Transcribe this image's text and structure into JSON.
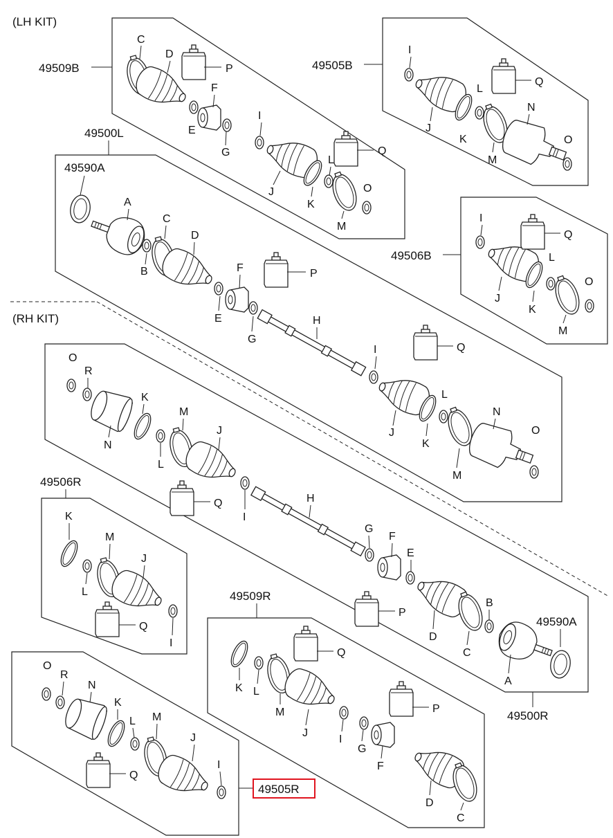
{
  "sections": {
    "lh": "(LH KIT)",
    "rh": "(RH KIT)"
  },
  "part_numbers": {
    "lh_outer_boot_kit": "49509B",
    "lh_inner_boot_kit": "49505B",
    "lh_shaft_assy": "49500L",
    "lh_ring_kit": "49590A",
    "lh_inner_small_kit": "49506B",
    "rh_inner_small_kit": "49506R",
    "rh_outer_boot_kit": "49509R",
    "rh_ring_kit": "49590A",
    "rh_shaft_assy": "49500R",
    "rh_inner_boot_kit": "49505R"
  },
  "highlighted_part": "49505R",
  "letters": {
    "A": "A",
    "B": "B",
    "C": "C",
    "D": "D",
    "E": "E",
    "F": "F",
    "G": "G",
    "H": "H",
    "I": "I",
    "J": "J",
    "K": "K",
    "L": "L",
    "M": "M",
    "N": "N",
    "O": "O",
    "P": "P",
    "Q": "Q",
    "R": "R"
  },
  "colors": {
    "line": "#222222",
    "highlight": "#e0141e",
    "background": "#ffffff"
  }
}
